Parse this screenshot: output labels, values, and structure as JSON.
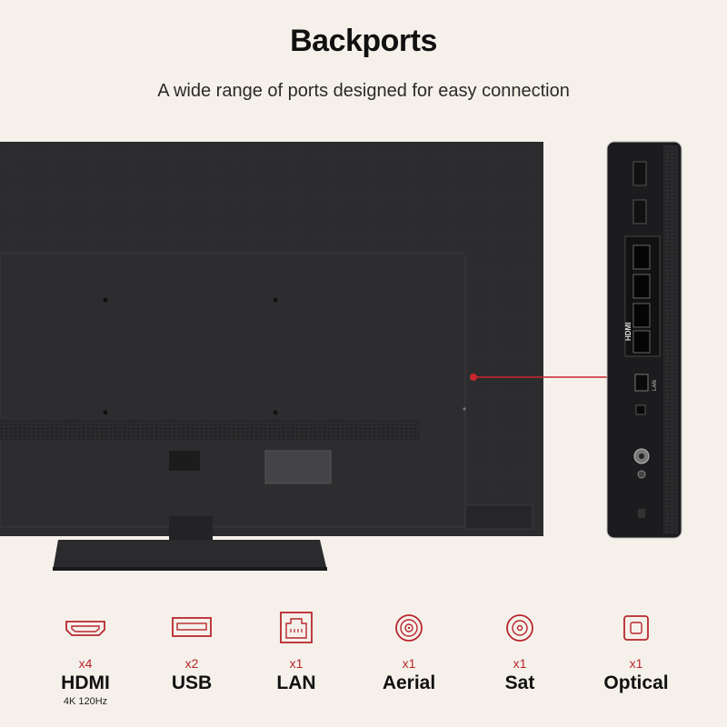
{
  "header": {
    "title": "Backports",
    "subtitle": "A wide range of ports designed for easy connection"
  },
  "colors": {
    "background": "#f5f1ea",
    "accent": "#b8262e",
    "tv_body": "#2b2b2d"
  },
  "panel_labels": {
    "hdmi_logo": "HDMI",
    "lan": "LAN"
  },
  "ports": [
    {
      "icon": "hdmi-port-icon",
      "count": "x4",
      "name": "HDMI",
      "sub": "4K 120Hz"
    },
    {
      "icon": "usb-port-icon",
      "count": "x2",
      "name": "USB",
      "sub": ""
    },
    {
      "icon": "lan-port-icon",
      "count": "x1",
      "name": "LAN",
      "sub": ""
    },
    {
      "icon": "aerial-port-icon",
      "count": "x1",
      "name": "Aerial",
      "sub": ""
    },
    {
      "icon": "sat-port-icon",
      "count": "x1",
      "name": "Sat",
      "sub": ""
    },
    {
      "icon": "optical-port-icon",
      "count": "x1",
      "name": "Optical",
      "sub": ""
    }
  ]
}
